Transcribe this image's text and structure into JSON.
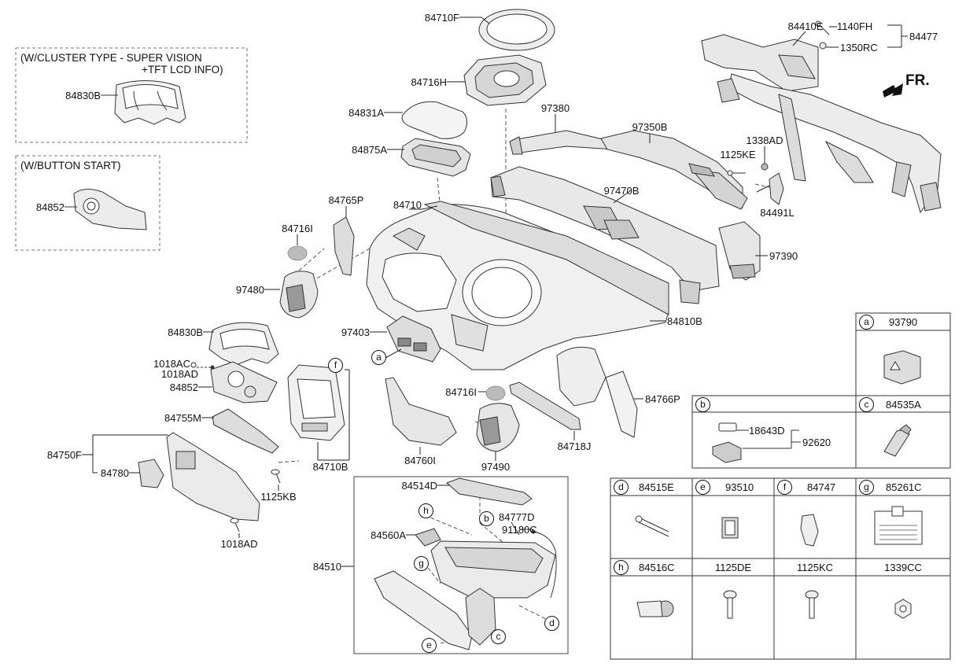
{
  "inset_boxes": [
    {
      "title_line1": "(W/CLUSTER TYPE - SUPER VISION",
      "title_line2": "+TFT LCD INFO)",
      "part": "84830B"
    },
    {
      "title_line1": "(W/BUTTON START)",
      "part": "84852"
    }
  ],
  "direction": "FR.",
  "main_labels": [
    "84710F",
    "84716H",
    "84831A",
    "84875A",
    "97380",
    "97350B",
    "84410E",
    "1140FH",
    "84477",
    "1350RC",
    "1338AD",
    "1125KE",
    "84491L",
    "97470B",
    "84765P",
    "84710",
    "84716I",
    "97390",
    "97480",
    "84810B",
    "84830B",
    "97403",
    "1018AC",
    "1018AD",
    "84852",
    "84716I",
    "84766P",
    "84755M",
    "84718J",
    "84760I",
    "97490",
    "84750F",
    "84780",
    "84710B",
    "1125KB",
    "1018AD",
    "84514D",
    "84777D",
    "91180C",
    "84560A",
    "84510",
    "18643D",
    "92620"
  ],
  "callout_letters": [
    "a",
    "f",
    "h",
    "b",
    "g",
    "d",
    "e",
    "c"
  ],
  "legend": {
    "cells": [
      {
        "letter": "a",
        "part": "93790"
      },
      {
        "letter": "b",
        "part": ""
      },
      {
        "letter": "c",
        "part": "84535A"
      },
      {
        "letter": "d",
        "part": "84515E"
      },
      {
        "letter": "e",
        "part": "93510"
      },
      {
        "letter": "f",
        "part": "84747"
      },
      {
        "letter": "g",
        "part": "85261C"
      },
      {
        "letter": "h",
        "part": "84516C"
      },
      {
        "letter": "",
        "part": "1125DE"
      },
      {
        "letter": "",
        "part": "1125KC"
      },
      {
        "letter": "",
        "part": "1339CC"
      }
    ]
  }
}
